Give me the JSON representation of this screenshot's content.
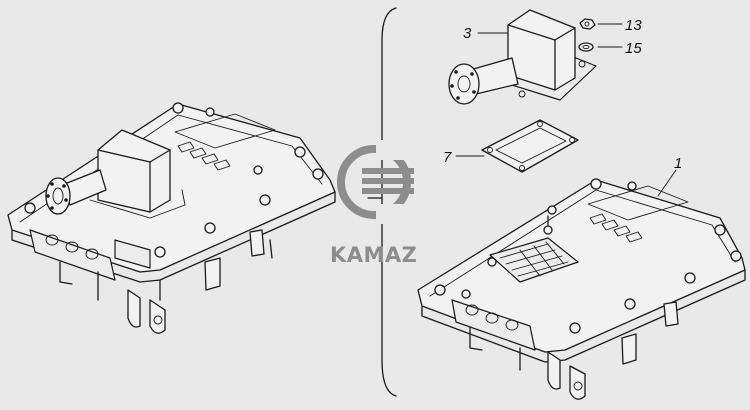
{
  "logo": {
    "brand_text": "KAMAZ",
    "color": "#8d8d8d"
  },
  "callouts": {
    "cover_label": "3",
    "nut_label": "13",
    "washer_label": "15",
    "gasket_label": "7",
    "housing_label": "1"
  },
  "colors": {
    "background": "#e9e9e9",
    "line": "#1a1a1a"
  }
}
